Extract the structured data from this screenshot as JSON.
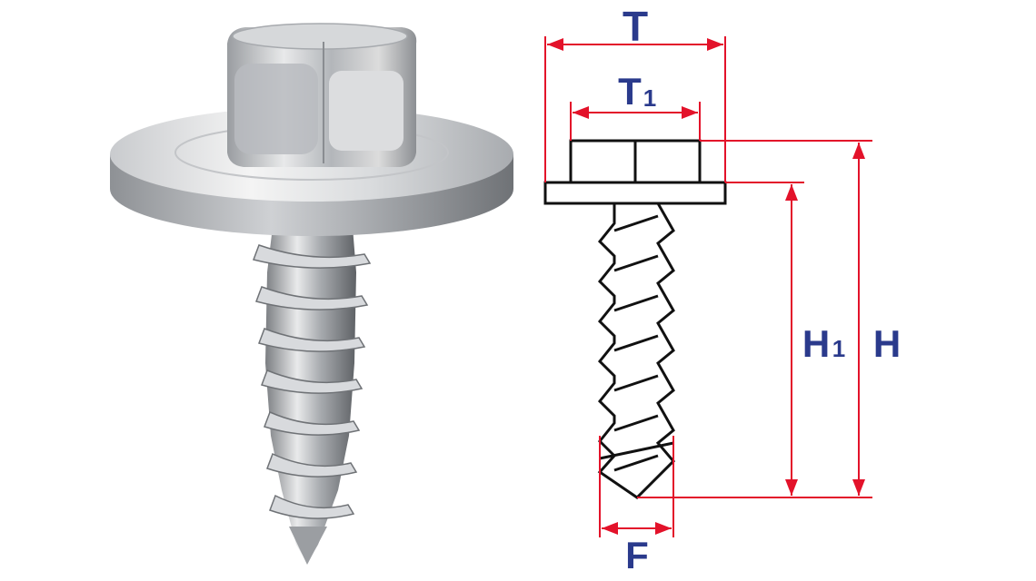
{
  "colors": {
    "dimension_line": "#e3122a",
    "label": "#2a3a8c",
    "outline": "#111111",
    "metal_light": "#f2f2f2",
    "metal_mid": "#b9bcc0",
    "metal_dark": "#6d7074"
  },
  "labels": {
    "top_width": "T",
    "head_width_main": "T",
    "head_width_sub": "1",
    "height_under_head_main": "H",
    "height_under_head_sub": "1",
    "total_height": "H",
    "thread_diameter": "F"
  }
}
